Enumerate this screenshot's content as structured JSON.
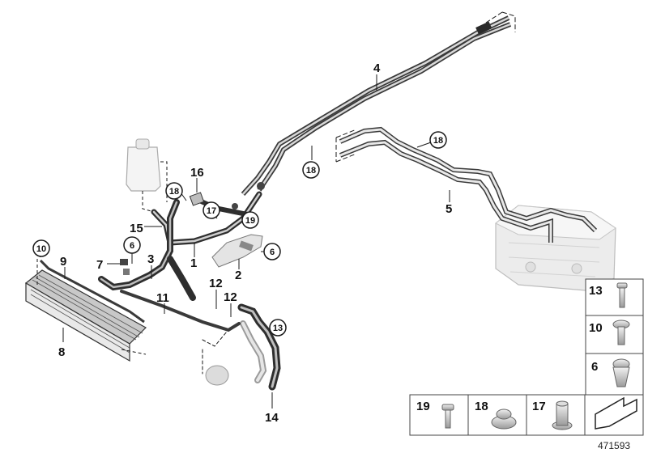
{
  "callouts": {
    "c1": "1",
    "c2": "2",
    "c3": "3",
    "c4": "4",
    "c5": "5",
    "c6a": "6",
    "c6b": "6",
    "c7": "7",
    "c8": "8",
    "c9": "9",
    "c10": "10",
    "c11": "11",
    "c12a": "12",
    "c12b": "12",
    "c13": "13",
    "c14": "14",
    "c15": "15",
    "c16": "16",
    "c17": "17",
    "c18a": "18",
    "c18b": "18",
    "c18c": "18",
    "c19": "19"
  },
  "parts_table": {
    "right": [
      {
        "label": "13",
        "icon": "bolt-icon"
      },
      {
        "label": "10",
        "icon": "screw-icon"
      },
      {
        "label": "6",
        "icon": "clip-icon"
      }
    ],
    "bottom": [
      {
        "label": "19",
        "icon": "bolt-icon"
      },
      {
        "label": "18",
        "icon": "nut-icon"
      },
      {
        "label": "17",
        "icon": "sleeve-icon"
      },
      {
        "label": "",
        "icon": "arrow-icon"
      }
    ]
  },
  "diagram_id": "471593",
  "colors": {
    "line": "#1a1a1a",
    "hose": "#3a3a3a",
    "hose_light": "#bfbfbf",
    "part_fill": "#d9d9d9"
  }
}
